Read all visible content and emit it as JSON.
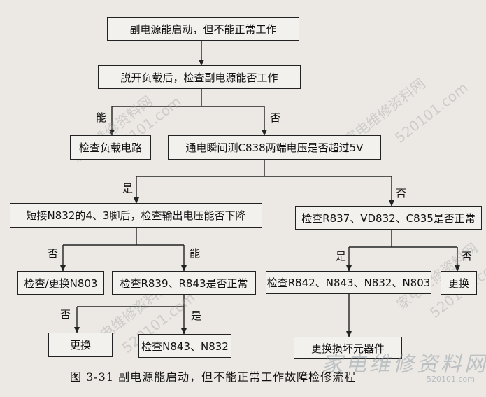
{
  "nodes": {
    "n1": "副电源能启动，但不能正常工作",
    "n2": "脱开负载后，检查副电源能否工作",
    "n3": "检查负载电路",
    "n4": "通电瞬间测C838两端电压是否超过5V",
    "n5": "短接N832的4、3脚后，检查输出电压能否下降",
    "n6": "检查R837、VD832、C835是否正常",
    "n7": "检查/更换N803",
    "n8": "检查R839、R843是否正常",
    "n9": "检查R842、N843、N832、N803",
    "n10": "更换",
    "n11": "更换",
    "n12": "检查N843、N832",
    "n13": "更换损坏元器件"
  },
  "edge_labels": {
    "e_neng1": "能",
    "e_fou1": "否",
    "e_shi1": "是",
    "e_fou2": "否",
    "e_fou3": "否",
    "e_neng2": "能",
    "e_shi2": "是",
    "e_fou4": "否",
    "e_fou5": "否",
    "e_shi3": "是"
  },
  "caption": "图 3-31   副电源能启动，但不能正常工作故障检修流程",
  "watermark": "家电维修资料网",
  "watermark_url": "520101.com",
  "colors": {
    "background": "#ece8e4",
    "box_fill": "#f3f1ee",
    "line": "#222222"
  }
}
